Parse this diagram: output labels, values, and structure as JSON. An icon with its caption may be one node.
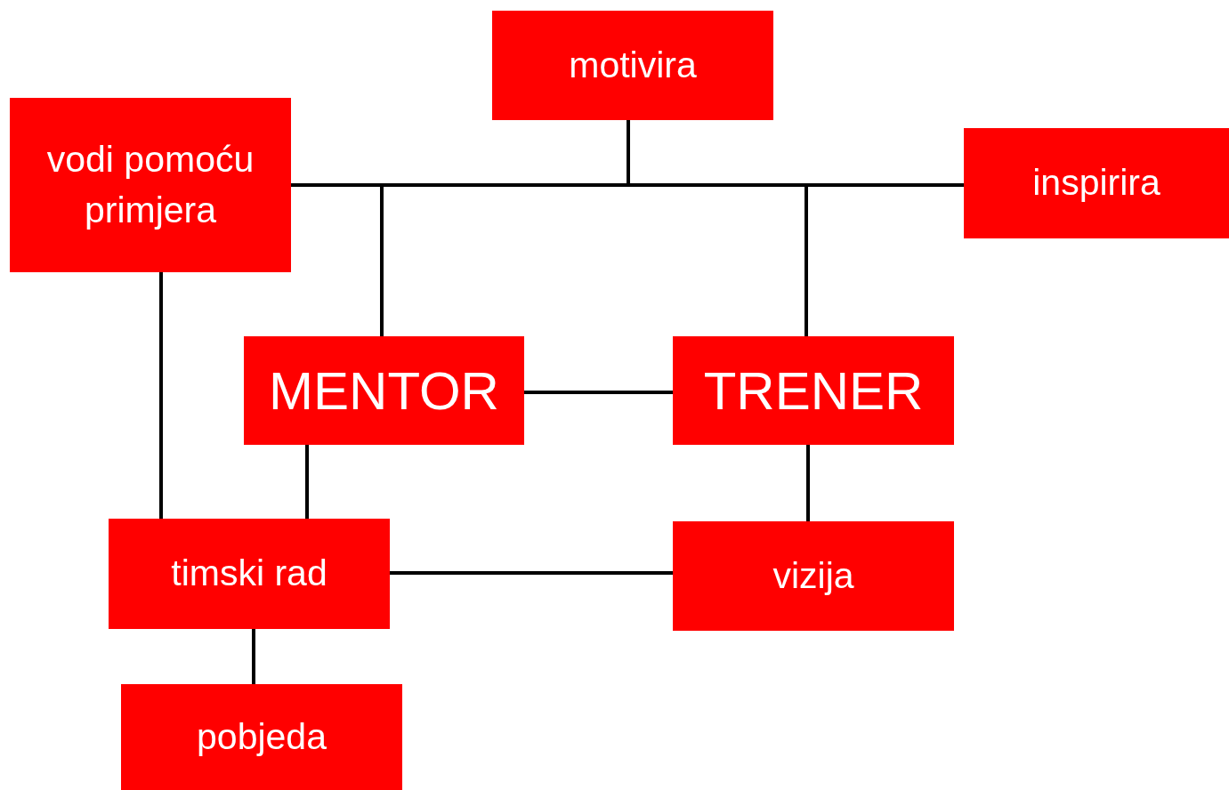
{
  "diagram": {
    "nodes": [
      {
        "text": [
          "motivira"
        ]
      },
      {
        "text": [
          "vodi pomoću primjera"
        ]
      },
      {
        "text": [
          "inspirira"
        ]
      },
      {
        "text": [
          "MENTOR"
        ]
      },
      {
        "text": [
          "TRENER"
        ]
      },
      {
        "text": [
          "timski rad"
        ]
      },
      {
        "text": [
          "vizija"
        ]
      },
      {
        "text": [
          "pobjeda"
        ]
      }
    ],
    "edges": [
      {
        "from": 3,
        "to": 0,
        "arrow": "none"
      },
      {
        "from": 3,
        "to": 1,
        "arrow": "none"
      },
      {
        "from": 3,
        "to": 2,
        "arrow": "none"
      },
      {
        "from": 4,
        "to": 0,
        "arrow": "none"
      },
      {
        "from": 4,
        "to": 1,
        "arrow": "none"
      },
      {
        "from": 4,
        "to": 2,
        "arrow": "none"
      },
      {
        "from": 3,
        "to": 4,
        "arrow": "none"
      },
      {
        "from": 1,
        "to": 5,
        "arrow": "none"
      },
      {
        "from": 3,
        "to": 5,
        "arrow": "none"
      },
      {
        "from": 4,
        "to": 6,
        "arrow": "none"
      },
      {
        "from": 5,
        "to": 6,
        "arrow": "none"
      },
      {
        "from": 5,
        "to": 7,
        "arrow": "none"
      }
    ]
  }
}
